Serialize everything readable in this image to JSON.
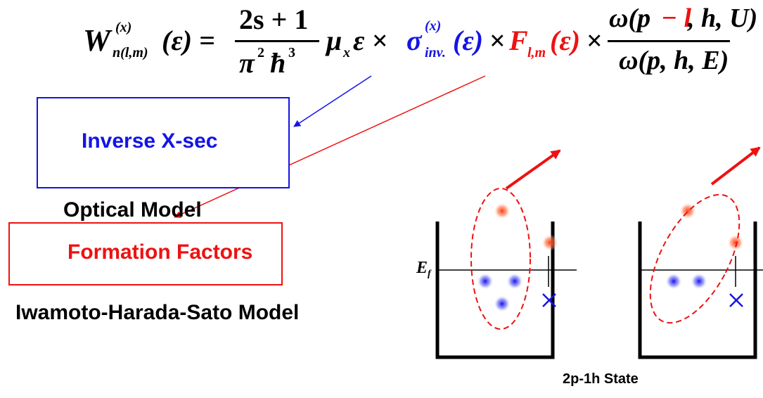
{
  "formula": {
    "lhs_symbol": "W",
    "lhs_sup": "(x)",
    "lhs_sub": "n(l,m)",
    "lhs_arg": "(ε) =",
    "frac1_num": "2s + 1",
    "frac1_den_pi": "π",
    "frac1_den_pi_exp": "2",
    "frac1_den_hbar": "ħ",
    "frac1_den_hbar_exp": "3",
    "mu": "μ",
    "mu_sub": "x",
    "eps_times": "ε ×",
    "sigma": "σ",
    "sigma_sup": "(x)",
    "sigma_sub": "inv.",
    "sigma_arg": "(ε)",
    "times1": "×",
    "F": "F",
    "F_sub": "l,m",
    "F_arg": "(ε)",
    "times2": "×",
    "frac2_num_pre": "ω(p",
    "frac2_num_minus_l": "− l",
    "frac2_num_post": ", h, U)",
    "frac2_den": "ω(p, h, E)"
  },
  "boxes": {
    "inverse_xsec": "Inverse X-sec",
    "formation_factors": "Formation Factors"
  },
  "captions": {
    "optical_model": "Optical Model",
    "ihs_model": "Iwamoto-Harada-Sato Model",
    "state": "2p-1h State",
    "fermi_symbol": "E",
    "fermi_sub": "f"
  },
  "colors": {
    "blue": "#1414e6",
    "red": "#ee1111",
    "black": "#000000"
  }
}
